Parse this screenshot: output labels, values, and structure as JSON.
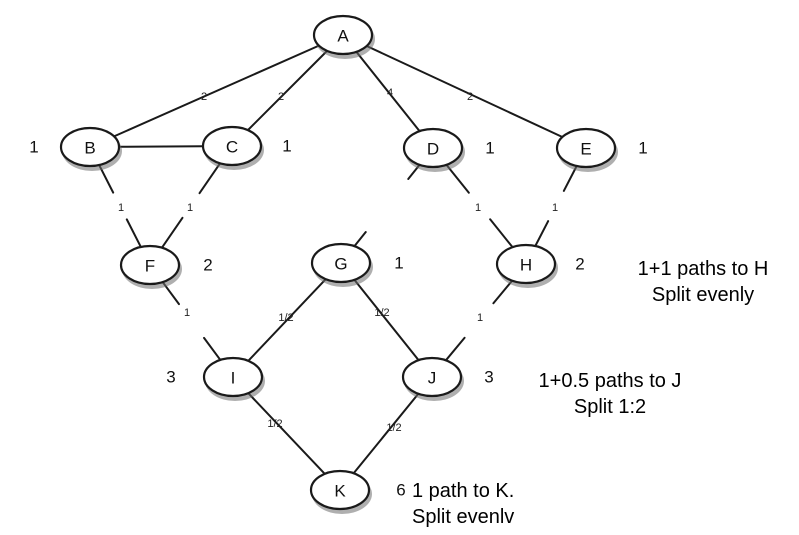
{
  "nodes": [
    {
      "id": "A",
      "label": "A",
      "count": ""
    },
    {
      "id": "B",
      "label": "B",
      "count": "1"
    },
    {
      "id": "C",
      "label": "C",
      "count": "1"
    },
    {
      "id": "D",
      "label": "D",
      "count": "1"
    },
    {
      "id": "E",
      "label": "E",
      "count": "1"
    },
    {
      "id": "F",
      "label": "F",
      "count": "2"
    },
    {
      "id": "G",
      "label": "G",
      "count": "1"
    },
    {
      "id": "H",
      "label": "H",
      "count": "2"
    },
    {
      "id": "I",
      "label": "I",
      "count": "3"
    },
    {
      "id": "J",
      "label": "J",
      "count": "3"
    },
    {
      "id": "K",
      "label": "K",
      "count": "6"
    }
  ],
  "edges": [
    {
      "from": "A",
      "to": "B",
      "label": "2"
    },
    {
      "from": "A",
      "to": "C",
      "label": "2"
    },
    {
      "from": "A",
      "to": "D",
      "label": "4"
    },
    {
      "from": "A",
      "to": "E",
      "label": "2"
    },
    {
      "from": "B",
      "to": "C",
      "label": ""
    },
    {
      "from": "B",
      "to": "F",
      "label": "1"
    },
    {
      "from": "C",
      "to": "F",
      "label": "1"
    },
    {
      "from": "D",
      "to": "G",
      "label": ""
    },
    {
      "from": "D",
      "to": "H",
      "label": "1"
    },
    {
      "from": "E",
      "to": "H",
      "label": "1"
    },
    {
      "from": "F",
      "to": "I",
      "label": "1"
    },
    {
      "from": "G",
      "to": "I",
      "label": "1/2"
    },
    {
      "from": "G",
      "to": "J",
      "label": "1/2"
    },
    {
      "from": "H",
      "to": "J",
      "label": "1"
    },
    {
      "from": "I",
      "to": "K",
      "label": "1/2"
    },
    {
      "from": "J",
      "to": "K",
      "label": "1/2"
    }
  ],
  "notes": {
    "h": {
      "line1": "1+1 paths to H",
      "line2": "Split evenly"
    },
    "j": {
      "line1": "1+0.5 paths to J",
      "line2": "Split 1:2"
    },
    "k": {
      "line1": "1 path to K.",
      "line2": "Split evenlv"
    }
  }
}
